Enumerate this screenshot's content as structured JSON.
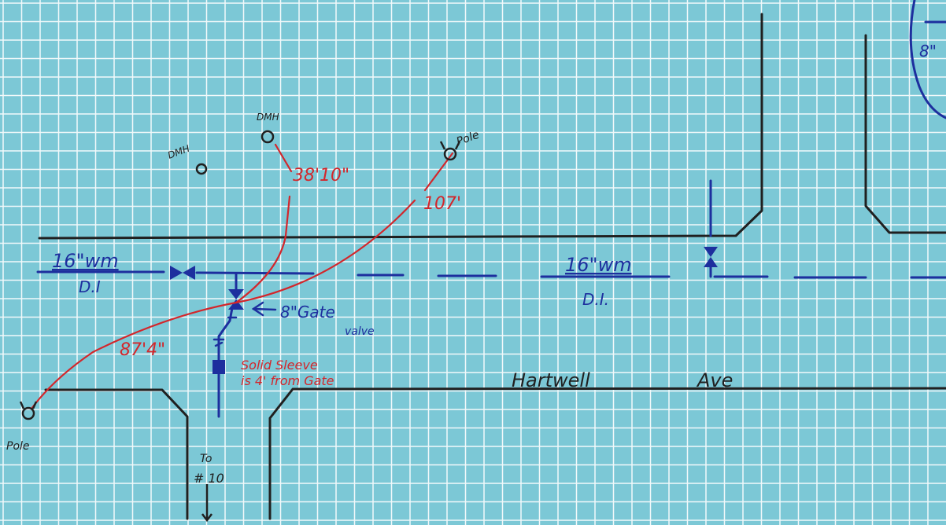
{
  "colors": {
    "paper": "#7cc8d6",
    "grid": "#ffffff",
    "ink_black": "#202020",
    "ink_blue": "#1d2f9e",
    "ink_red": "#d3262b"
  },
  "labels": {
    "dmh_left": "DMH",
    "dmh_right": "DMH",
    "pole_top": "Pole",
    "pole_bottom": "Pole",
    "wm_left_size": "16\"wm",
    "wm_left_material": "D.I",
    "wm_right_size": "16\"wm",
    "wm_right_material": "D.I.",
    "gate_valve_line1": "8\"Gate",
    "gate_valve_line2": "valve",
    "sleeve_line1": "Solid Sleeve",
    "sleeve_line2": "is 4' from Gate",
    "street_name": "Hartwell",
    "street_suffix": "Ave",
    "to_line1": "To",
    "to_line2": "# 10",
    "corner_note": "8\""
  },
  "dimensions": {
    "dmh_tie": "38'10\"",
    "pole_top_tie": "107'",
    "pole_bottom_tie": "87'4\""
  }
}
